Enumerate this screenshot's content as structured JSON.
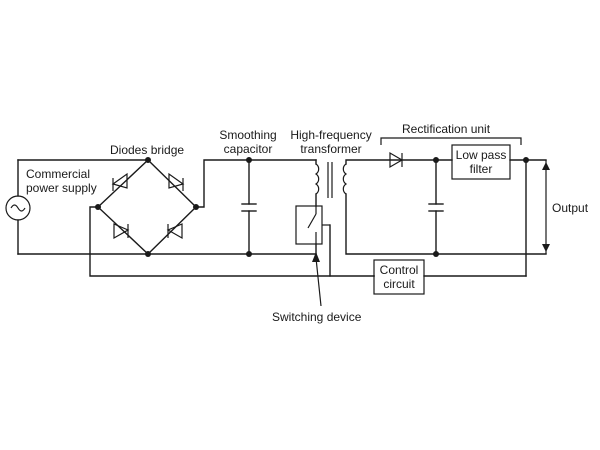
{
  "labels": {
    "commercial_power_supply": [
      "Commercial",
      "power supply"
    ],
    "diodes_bridge": "Diodes bridge",
    "smoothing_capacitor": [
      "Smoothing",
      "capacitor"
    ],
    "hf_transformer": [
      "High-frequency",
      "transformer"
    ],
    "rectification_unit": "Rectification unit",
    "low_pass_filter": [
      "Low pass",
      "filter"
    ],
    "output": "Output",
    "control_circuit": [
      "Control",
      "circuit"
    ],
    "switching_device": "Switching device"
  },
  "colors": {
    "line": "#1a1a1a",
    "background": "#ffffff"
  }
}
